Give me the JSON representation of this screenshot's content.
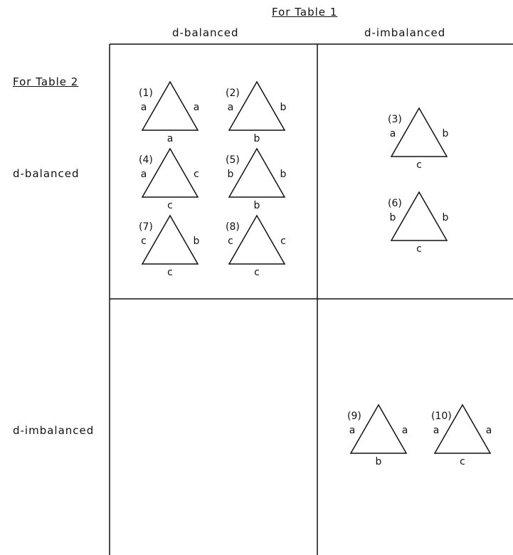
{
  "header": {
    "table1_title": "For Table 1",
    "table2_title": "For Table 2",
    "col_balanced": "d-balanced",
    "col_imbalanced": "d-imbalanced",
    "row_balanced": "d-balanced",
    "row_imbalanced": "d-imbalanced"
  },
  "triangles": [
    {
      "id": "(1)",
      "left": "a",
      "right": "a",
      "bottom": "a"
    },
    {
      "id": "(2)",
      "left": "a",
      "right": "b",
      "bottom": "b"
    },
    {
      "id": "(3)",
      "left": "a",
      "right": "b",
      "bottom": "c"
    },
    {
      "id": "(4)",
      "left": "a",
      "right": "c",
      "bottom": "c"
    },
    {
      "id": "(5)",
      "left": "b",
      "right": "b",
      "bottom": "b"
    },
    {
      "id": "(6)",
      "left": "b",
      "right": "b",
      "bottom": "c"
    },
    {
      "id": "(7)",
      "left": "c",
      "right": "b",
      "bottom": "c"
    },
    {
      "id": "(8)",
      "left": "c",
      "right": "c",
      "bottom": "c"
    },
    {
      "id": "(9)",
      "left": "a",
      "right": "a",
      "bottom": "b"
    },
    {
      "id": "(10)",
      "left": "a",
      "right": "a",
      "bottom": "c"
    }
  ]
}
